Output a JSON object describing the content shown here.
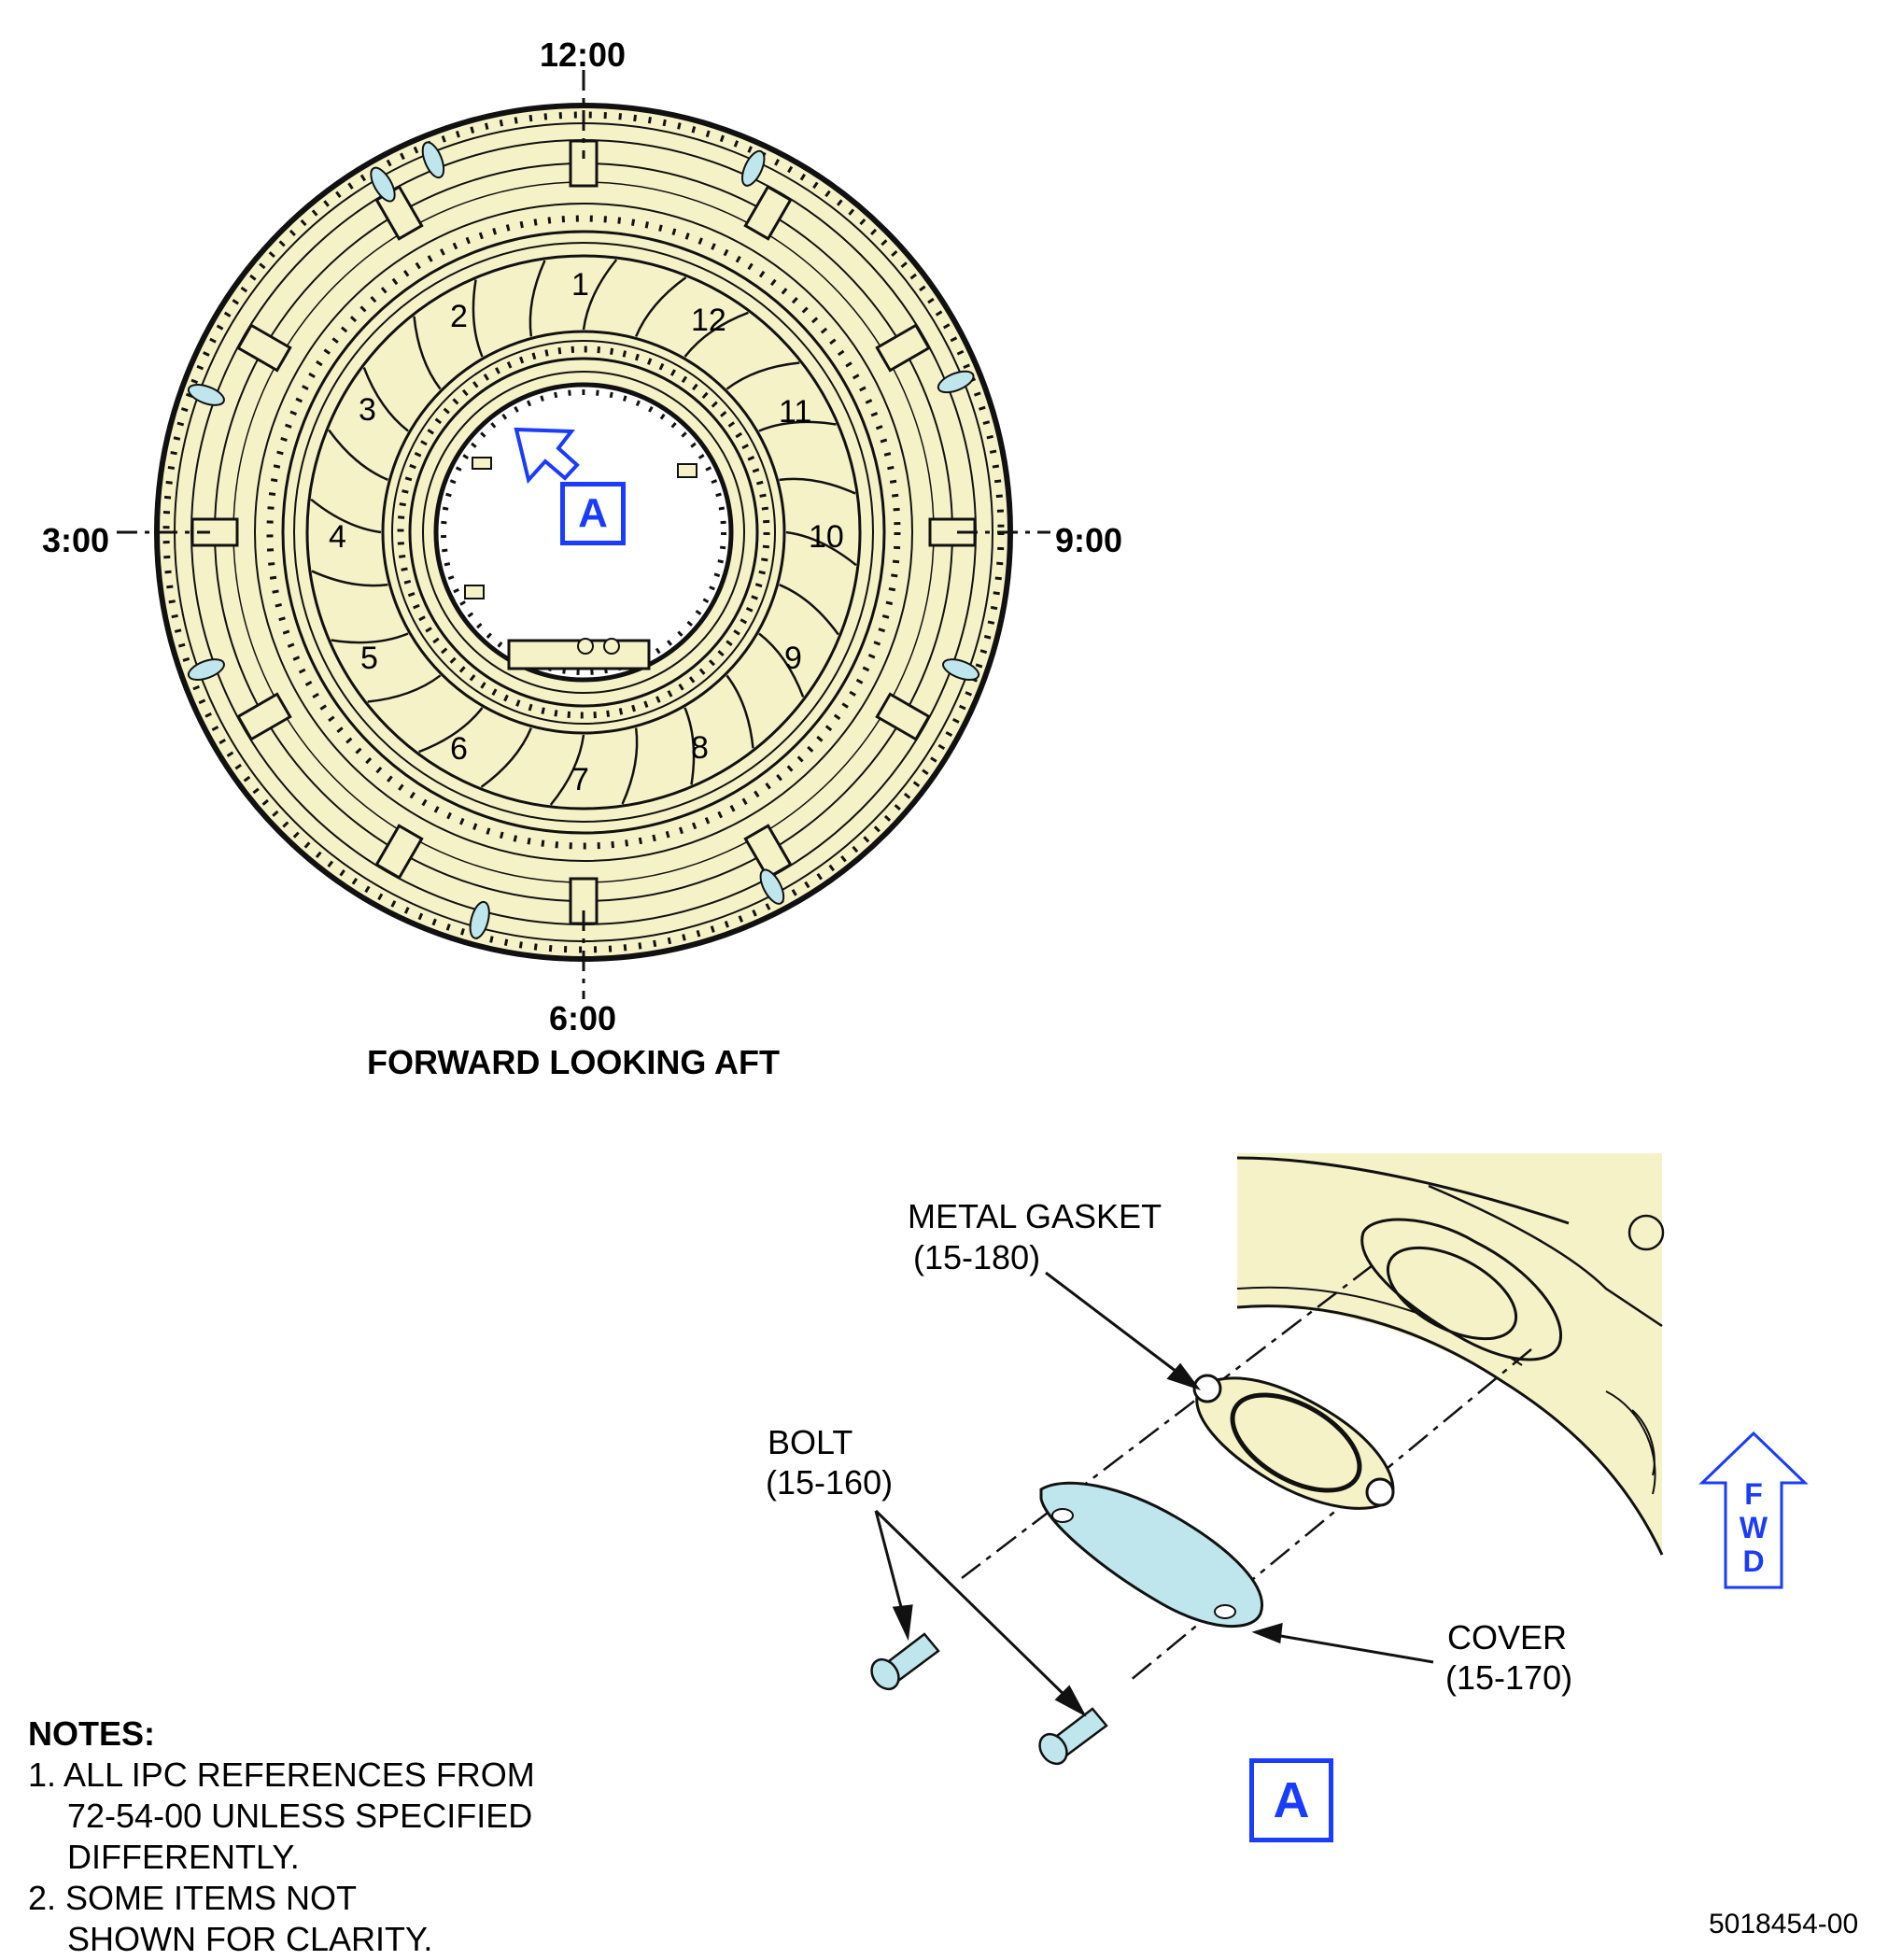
{
  "clock": {
    "top": "12:00",
    "bottom": "6:00",
    "left": "3:00",
    "right": "9:00"
  },
  "view_title": "FORWARD LOOKING AFT",
  "positions": [
    "1",
    "2",
    "3",
    "4",
    "5",
    "6",
    "7",
    "8",
    "9",
    "10",
    "11",
    "12"
  ],
  "detail_ref": "A",
  "callouts": {
    "gasket_name": "METAL GASKET",
    "gasket_ref": "(15-180)",
    "bolt_name": "BOLT",
    "bolt_ref": "(15-160)",
    "cover_name": "COVER",
    "cover_ref": "(15-170)"
  },
  "fwd": [
    "F",
    "W",
    "D"
  ],
  "notes": {
    "heading": "NOTES:",
    "lines": [
      "1. ALL IPC REFERENCES FROM",
      "72-54-00 UNLESS SPECIFIED",
      "DIFFERENTLY.",
      "2. SOME ITEMS NOT",
      "SHOWN FOR CLARITY."
    ]
  },
  "figure_id": "5018454-00",
  "colors": {
    "part": "#f6f2c8",
    "highlight": "#bfe6ec",
    "callout": "#1a3cff",
    "line": "#111111"
  }
}
